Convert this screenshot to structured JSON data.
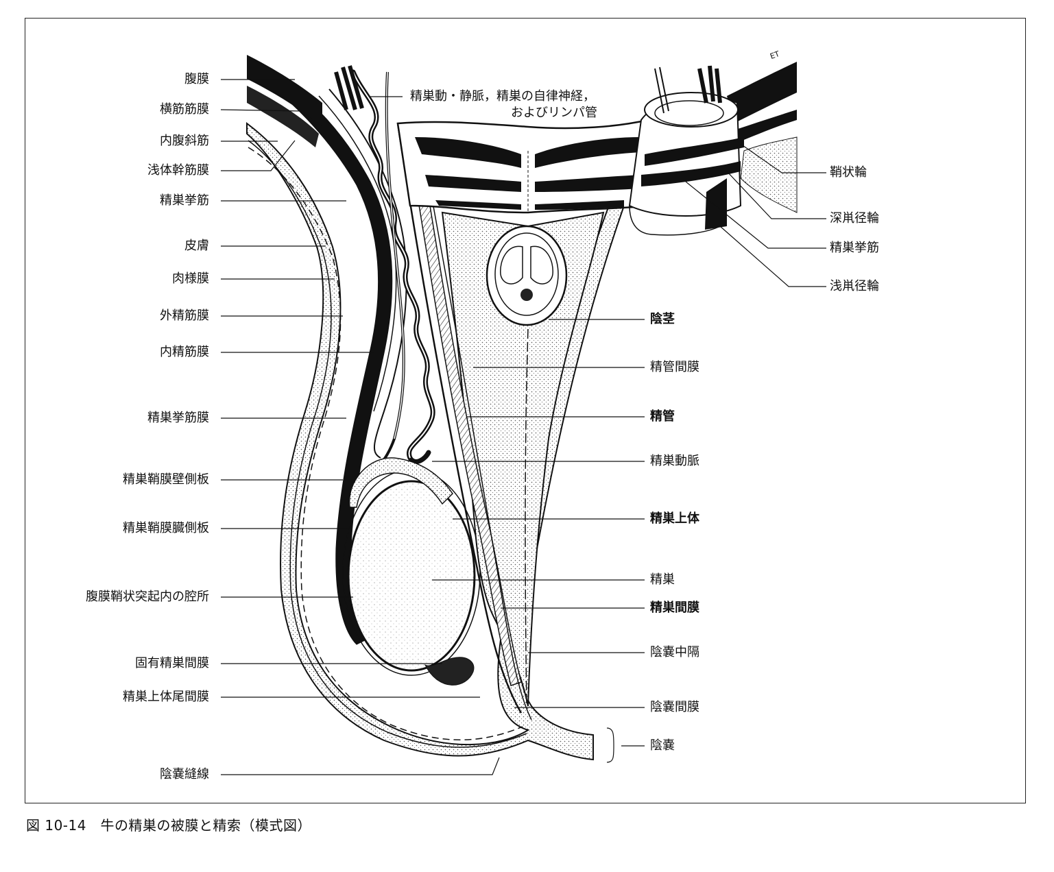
{
  "left_labels": [
    "腹膜",
    "横筋筋膜",
    "内腹斜筋",
    "浅体幹筋膜",
    "精巣挙筋",
    "皮膚",
    "肉様膜",
    "外精筋膜",
    "内精筋膜",
    "精巣挙筋膜",
    "精巣鞘膜壁側板",
    "精巣鞘膜臓側板",
    "腹膜鞘状突起内の腔所",
    "固有精巣間膜",
    "精巣上体尾間膜",
    "陰嚢縫線"
  ],
  "top_label": {
    "line1": "精巣動・静脈，精巣の自律神経，",
    "line2": "およびリンパ管"
  },
  "right_upper_labels": [
    "鞘状輪",
    "深鼡径輪",
    "精巣挙筋",
    "浅鼡径輪"
  ],
  "right_labels": [
    "陰茎",
    "精管間膜",
    "精管",
    "精巣動脈",
    "精巣上体",
    "精巣",
    "精巣間膜",
    "陰嚢中隔",
    "陰嚢間膜",
    "陰嚢"
  ],
  "signature": "ET",
  "caption": "図 10-14　牛の精巣の被膜と精索（模式図）"
}
